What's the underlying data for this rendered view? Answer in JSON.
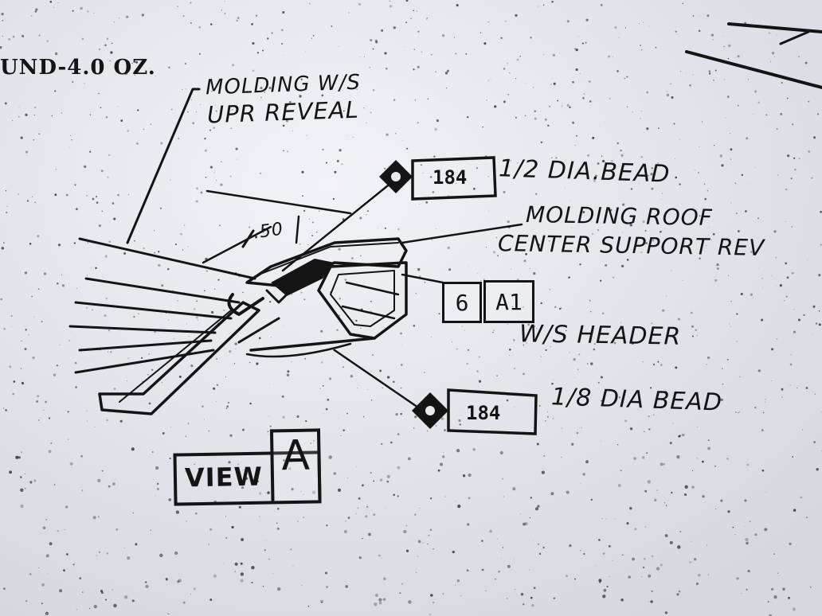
{
  "header_fragment": "UND-4.0 OZ.",
  "view_label": {
    "word": "VIEW",
    "letter": "A"
  },
  "labels": {
    "molding_ws": [
      "MOLDING W/S",
      "UPR REVEAL"
    ],
    "molding_roof": [
      "MOLDING ROOF",
      "CENTER SUPPORT REV"
    ],
    "ws_header": "W/S HEADER",
    "dimension": ".50",
    "bead_half": "1/2 DIA.BEAD",
    "bead_eighth": "1/8 DIA BEAD"
  },
  "callouts": {
    "ref_top": "184",
    "ref_bottom": "184",
    "box_6": "6",
    "box_a1": "A1"
  },
  "colors": {
    "ink": "#141414",
    "paper": "#e9eaee"
  }
}
